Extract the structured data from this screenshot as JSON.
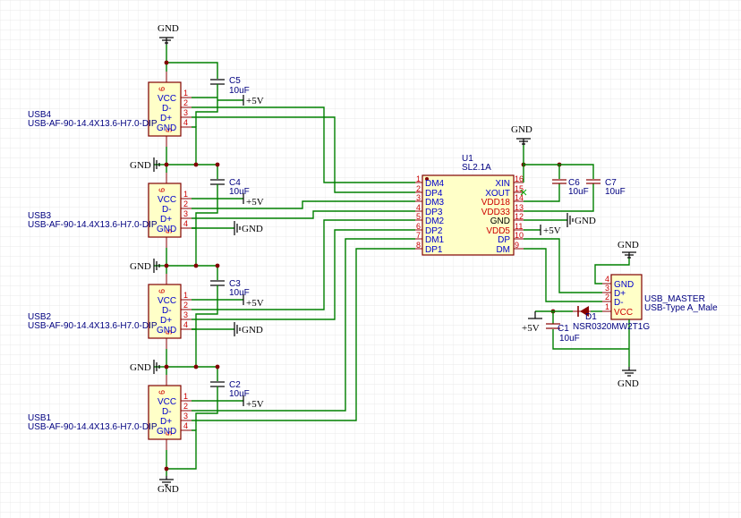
{
  "power": {
    "gnd": "GND",
    "p5v": "+5V"
  },
  "usb_ports": [
    {
      "ref": "USB4",
      "part": "USB-AF-90-14.4X13.6-H7.0-DIP"
    },
    {
      "ref": "USB3",
      "part": "USB-AF-90-14.4X13.6-H7.0-DIP"
    },
    {
      "ref": "USB2",
      "part": "USB-AF-90-14.4X13.6-H7.0-DIP"
    },
    {
      "ref": "USB1",
      "part": "USB-AF-90-14.4X13.6-H7.0-DIP"
    }
  ],
  "usb_pins": {
    "names": [
      "VCC",
      "D-",
      "D+",
      "GND"
    ],
    "nums": [
      "1",
      "2",
      "3",
      "4"
    ],
    "shield_top": "6",
    "shield_bottom": "5"
  },
  "caps": [
    {
      "ref": "C5",
      "value": "10uF"
    },
    {
      "ref": "C4",
      "value": "10uF"
    },
    {
      "ref": "C3",
      "value": "10uF"
    },
    {
      "ref": "C2",
      "value": "10uF"
    },
    {
      "ref": "C6",
      "value": "10uF"
    },
    {
      "ref": "C7",
      "value": "10uF"
    },
    {
      "ref": "C1",
      "value": "10uF"
    }
  ],
  "hub_ic": {
    "ref": "U1",
    "part": "SL2.1A",
    "left_pins": [
      {
        "num": "1",
        "name": "DM4"
      },
      {
        "num": "2",
        "name": "DP4"
      },
      {
        "num": "3",
        "name": "DM3"
      },
      {
        "num": "4",
        "name": "DP3"
      },
      {
        "num": "5",
        "name": "DM2"
      },
      {
        "num": "6",
        "name": "DP2"
      },
      {
        "num": "7",
        "name": "DM1"
      },
      {
        "num": "8",
        "name": "DP1"
      }
    ],
    "right_pins": [
      {
        "num": "16",
        "name": "XIN"
      },
      {
        "num": "15",
        "name": "XOUT"
      },
      {
        "num": "14",
        "name": "VDD18"
      },
      {
        "num": "13",
        "name": "VDD33"
      },
      {
        "num": "12",
        "name": "GND"
      },
      {
        "num": "11",
        "name": "VDD5"
      },
      {
        "num": "10",
        "name": "DP"
      },
      {
        "num": "9",
        "name": "DM"
      }
    ]
  },
  "master": {
    "ref": "USB_MASTER",
    "part": "USB-Type A_Male",
    "pins": [
      {
        "num": "4",
        "name": "GND"
      },
      {
        "num": "3",
        "name": "D+"
      },
      {
        "num": "2",
        "name": "D-"
      },
      {
        "num": "1",
        "name": "VCC"
      }
    ]
  },
  "diode": {
    "ref": "D1",
    "part": "NSR0320MW2T1G"
  }
}
